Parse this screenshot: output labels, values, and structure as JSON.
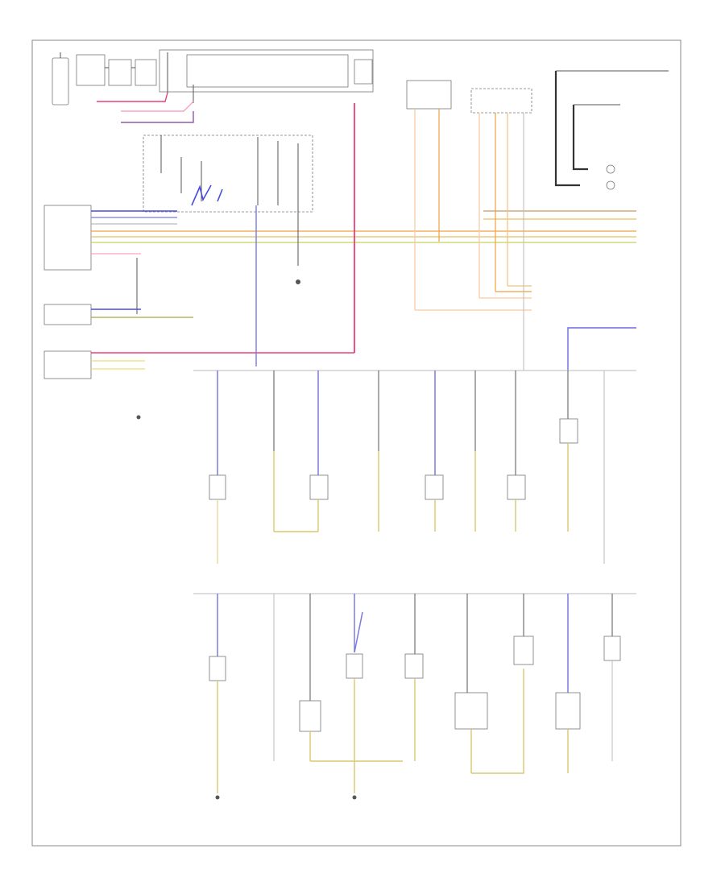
{
  "diagram": {
    "footer_code": "",
    "colors": {
      "red": "#e8407a",
      "pink": "#f5a6c8",
      "blue": "#4a4ae0",
      "lightblue": "#9a9af0",
      "orange": "#f0a040",
      "peach": "#f5c9a0",
      "yellow": "#e8e070",
      "olive": "#c8b870",
      "gray": "#999999",
      "black": "#333333"
    },
    "components": [
      {
        "id": "battery",
        "label": ""
      },
      {
        "id": "fuse-panel",
        "label": ""
      },
      {
        "id": "light-switch",
        "label": ""
      },
      {
        "id": "control-unit-left",
        "label": ""
      },
      {
        "id": "dimmer-switch",
        "label": ""
      },
      {
        "id": "steering-column",
        "label": ""
      },
      {
        "id": "radio-panel",
        "label": ""
      }
    ]
  }
}
